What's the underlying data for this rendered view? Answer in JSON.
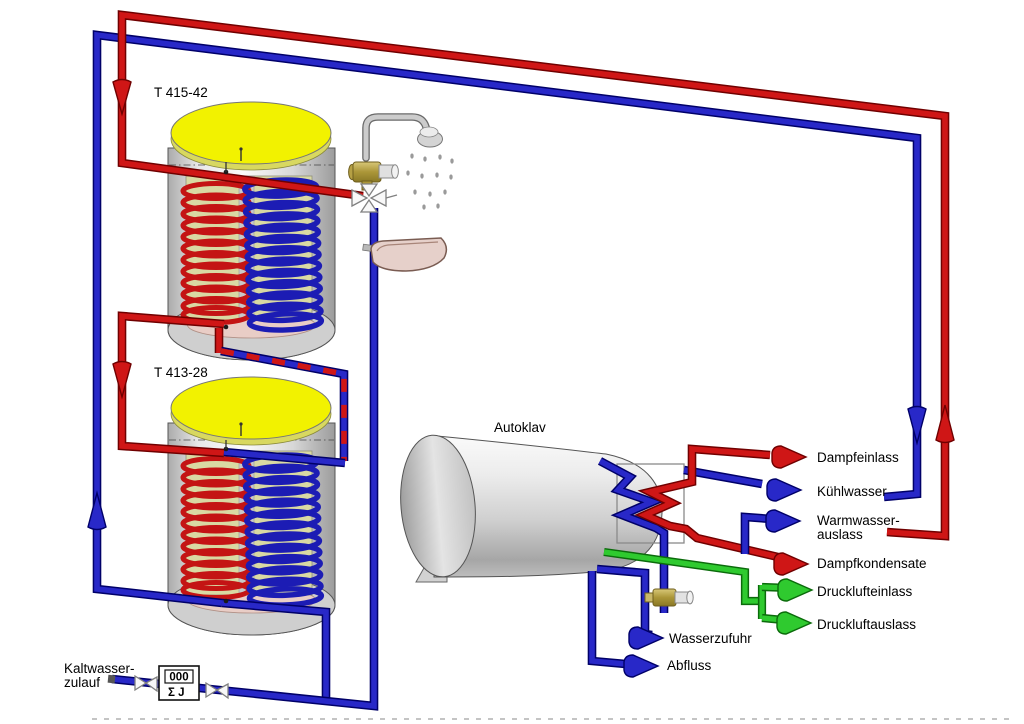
{
  "diagram": {
    "equipment": {
      "tank1_label": "T 415-42",
      "tank2_label": "T 413-28",
      "autoclave_label": "Autoklav"
    },
    "io_labels": {
      "dampfeinlass": "Dampfeinlass",
      "kuehlwasser": "Kühlwasser",
      "warmwasser_line1": "Warmwasser-",
      "warmwasser_line2": "auslass",
      "dampfkondensate": "Dampfkondensate",
      "drucklufteinlass": "Drucklufteinlass",
      "druckluftauslass": "Druckluftauslass",
      "wasserzufuhr": "Wasserzufuhr",
      "abfluss": "Abfluss",
      "kaltwasser_line1": "Kaltwasser-",
      "kaltwasser_line2": "zulauf"
    },
    "meter": {
      "display": "000",
      "unit": "Σ J"
    },
    "colors": {
      "hot_pipe_red": "#cf1616",
      "cold_pipe_blue": "#2828c8",
      "air_pipe_green": "#2fca2f",
      "tank_lid_yellow": "#f2f200",
      "coil_backdrop_khaki": "#d9d9a3",
      "vessel_gray": "#d9d9d9",
      "brass_fitting": "#b5a044"
    }
  }
}
